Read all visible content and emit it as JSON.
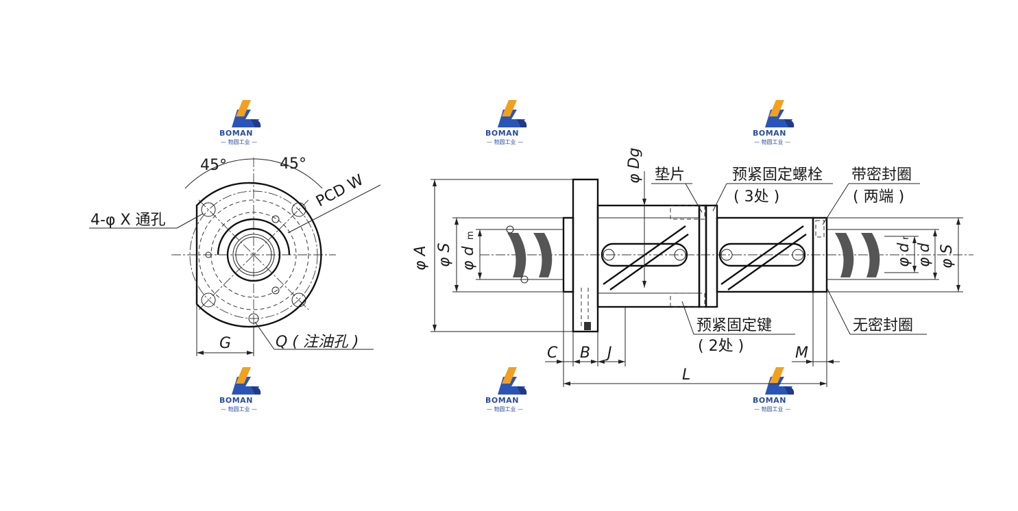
{
  "watermark": {
    "brand": "BOMAN",
    "subtitle": "— 勃圆工业 —",
    "colors": {
      "blue": "#2a55b8",
      "orange": "#f3a01d",
      "dark": "#1f3a8a"
    }
  },
  "front_view": {
    "angle_left": "45°",
    "angle_right": "45°",
    "pcd": "PCD  W",
    "holes": "4-φ X 通孔",
    "oil_hole": "Q ( 注油孔 )",
    "dim_g": "G"
  },
  "side_view": {
    "dim_phi_a": "φ A",
    "dim_phi_s_left": "φ S",
    "dim_phi_dm": "φ d",
    "dim_phi_dm_sub": "m",
    "dim_phi_dg": "φ Dg",
    "gasket": "垫片",
    "preload_bolt": "预紧固定螺栓",
    "preload_bolt_qty": "( 3处 )",
    "with_seal": "带密封圈",
    "with_seal_qty": "( 两端 )",
    "dim_phi_dr": "φ d",
    "dim_phi_dr_sub": "r",
    "dim_phi_d": "φ d",
    "dim_phi_s_right": "φ S",
    "preload_key": "预紧固定键",
    "preload_key_qty": "( 2处 )",
    "no_seal": "无密封圈",
    "dim_c": "C",
    "dim_b": "B",
    "dim_j": "J",
    "dim_m": "M",
    "dim_l": "L"
  }
}
